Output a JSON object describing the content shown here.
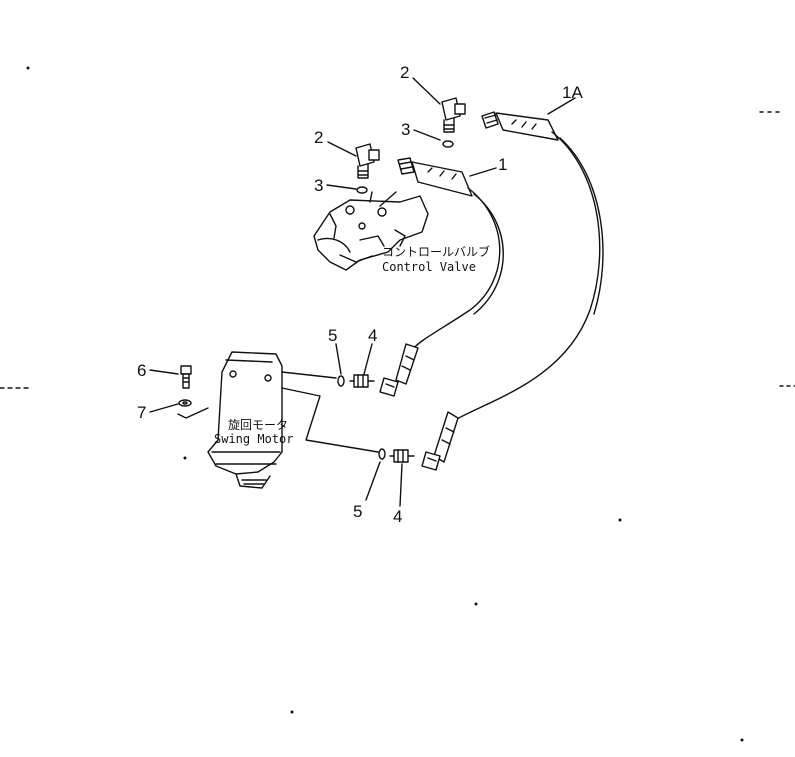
{
  "diagram": {
    "callouts": {
      "hose_1a": "1A",
      "hose_1": "1",
      "elbow_top": "2",
      "elbow_mid": "2",
      "oring_top": "3",
      "oring_mid": "3",
      "connector_upper": "4",
      "connector_lower": "4",
      "oring_upper": "5",
      "oring_lower": "5",
      "bolt": "6",
      "washer": "7"
    },
    "labels": {
      "control_valve_jp": "コントロールバルブ",
      "control_valve_en": "Control Valve",
      "swing_motor_jp": "旋回モータ",
      "swing_motor_en": "Swing Motor"
    }
  }
}
